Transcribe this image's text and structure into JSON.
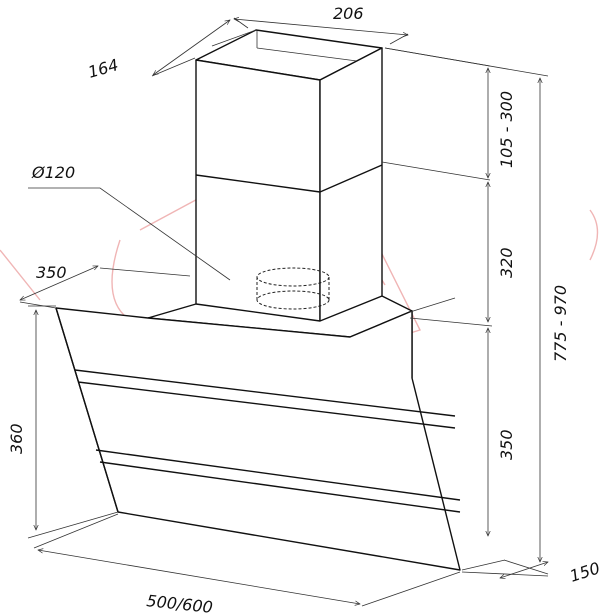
{
  "dimensions": {
    "width_top": "206",
    "depth_top": "164",
    "duct_diameter": "Ø120",
    "depth_mid": "350",
    "height_panel": "360",
    "width_bottom": "500/600",
    "depth_bottom": "150",
    "height_upper": "105 - 300",
    "height_chimney": "320",
    "height_body": "350",
    "height_total": "775 - 970"
  },
  "colors": {
    "line": "#111111",
    "watermark": "#f0b5b5"
  }
}
